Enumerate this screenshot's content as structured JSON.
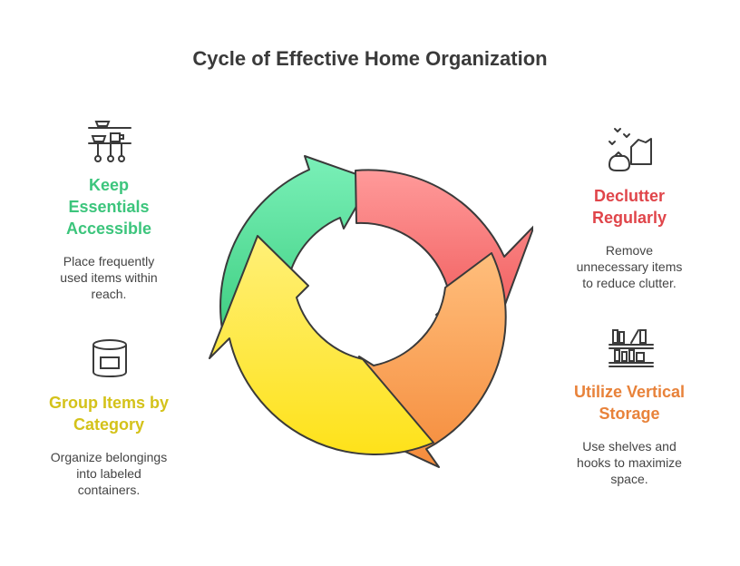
{
  "title": "Cycle of Effective Home Organization",
  "steps": [
    {
      "label_lines": [
        "Keep",
        "Essentials",
        "Accessible"
      ],
      "desc_lines": [
        "Place frequently",
        "used items within",
        "reach."
      ],
      "color": "#3cc57c",
      "icon": "kitchen-rack-icon"
    },
    {
      "label_lines": [
        "Declutter",
        "Regularly"
      ],
      "desc_lines": [
        "Remove",
        "unnecessary items",
        "to reduce clutter."
      ],
      "color": "#e0454a",
      "icon": "declutter-bag-icon"
    },
    {
      "label_lines": [
        "Utilize Vertical",
        "Storage"
      ],
      "desc_lines": [
        "Use shelves and",
        "hooks to maximize",
        "space."
      ],
      "color": "#e8823a",
      "icon": "bookshelf-icon"
    },
    {
      "label_lines": [
        "Group Items by",
        "Category"
      ],
      "desc_lines": [
        "Organize belongings",
        "into labeled",
        "containers."
      ],
      "color": "#d4c21a",
      "icon": "labeled-container-icon"
    }
  ]
}
